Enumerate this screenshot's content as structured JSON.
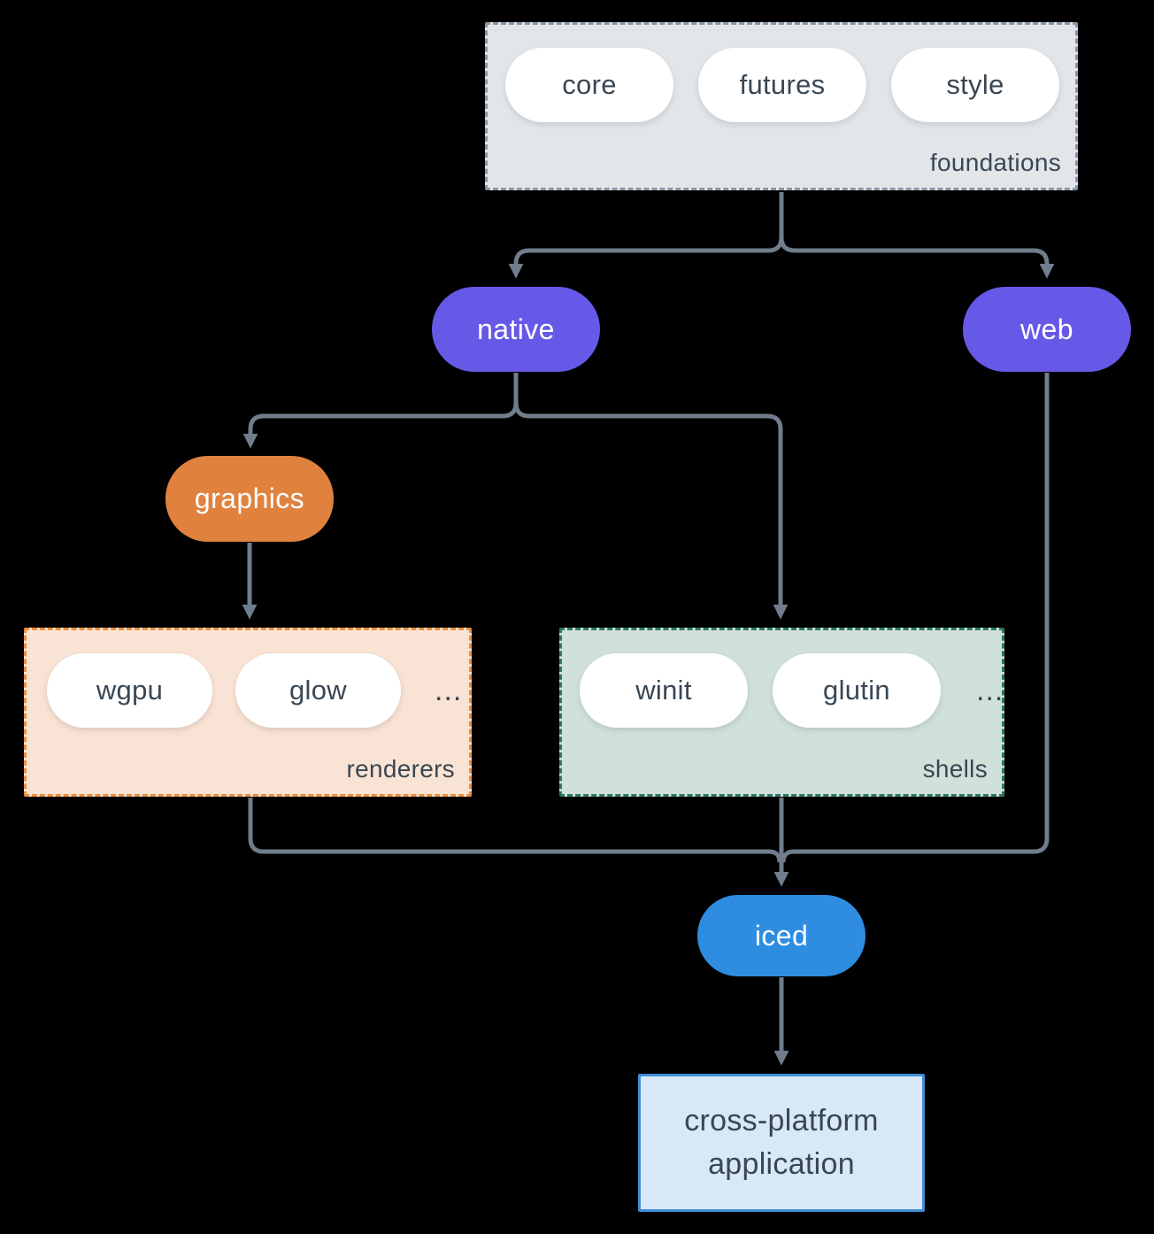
{
  "diagram": {
    "foundations": {
      "label": "foundations",
      "items": [
        "core",
        "futures",
        "style"
      ]
    },
    "native": {
      "label": "native"
    },
    "web": {
      "label": "web"
    },
    "graphics": {
      "label": "graphics"
    },
    "renderers": {
      "label": "renderers",
      "items": [
        "wgpu",
        "glow",
        "..."
      ]
    },
    "shells": {
      "label": "shells",
      "items": [
        "winit",
        "glutin",
        "..."
      ]
    },
    "iced": {
      "label": "iced"
    },
    "application": {
      "line1": "cross-platform",
      "line2": "application"
    },
    "edges": [
      {
        "from": "foundations",
        "to": "native"
      },
      {
        "from": "foundations",
        "to": "web"
      },
      {
        "from": "native",
        "to": "graphics"
      },
      {
        "from": "native",
        "to": "shells"
      },
      {
        "from": "graphics",
        "to": "renderers"
      },
      {
        "from": "renderers",
        "to": "iced"
      },
      {
        "from": "shells",
        "to": "iced"
      },
      {
        "from": "web",
        "to": "iced"
      },
      {
        "from": "iced",
        "to": "application"
      }
    ]
  },
  "colors": {
    "background": "#000000",
    "edge": "#6f7d8c",
    "text_dark": "#394754",
    "pill_white": "#ffffff",
    "purple": "#6759e8",
    "orange": "#e0823e",
    "blue": "#2e8de0",
    "foundations_fill": "#e2e6e9",
    "foundations_border": "#8a96a3",
    "renderers_fill": "#f9e3d4",
    "renderers_border": "#e88f3f",
    "shells_fill": "#d0e1da",
    "shells_border": "#2e7668",
    "app_fill": "#d8e8f8",
    "app_border": "#3f8ed6"
  }
}
